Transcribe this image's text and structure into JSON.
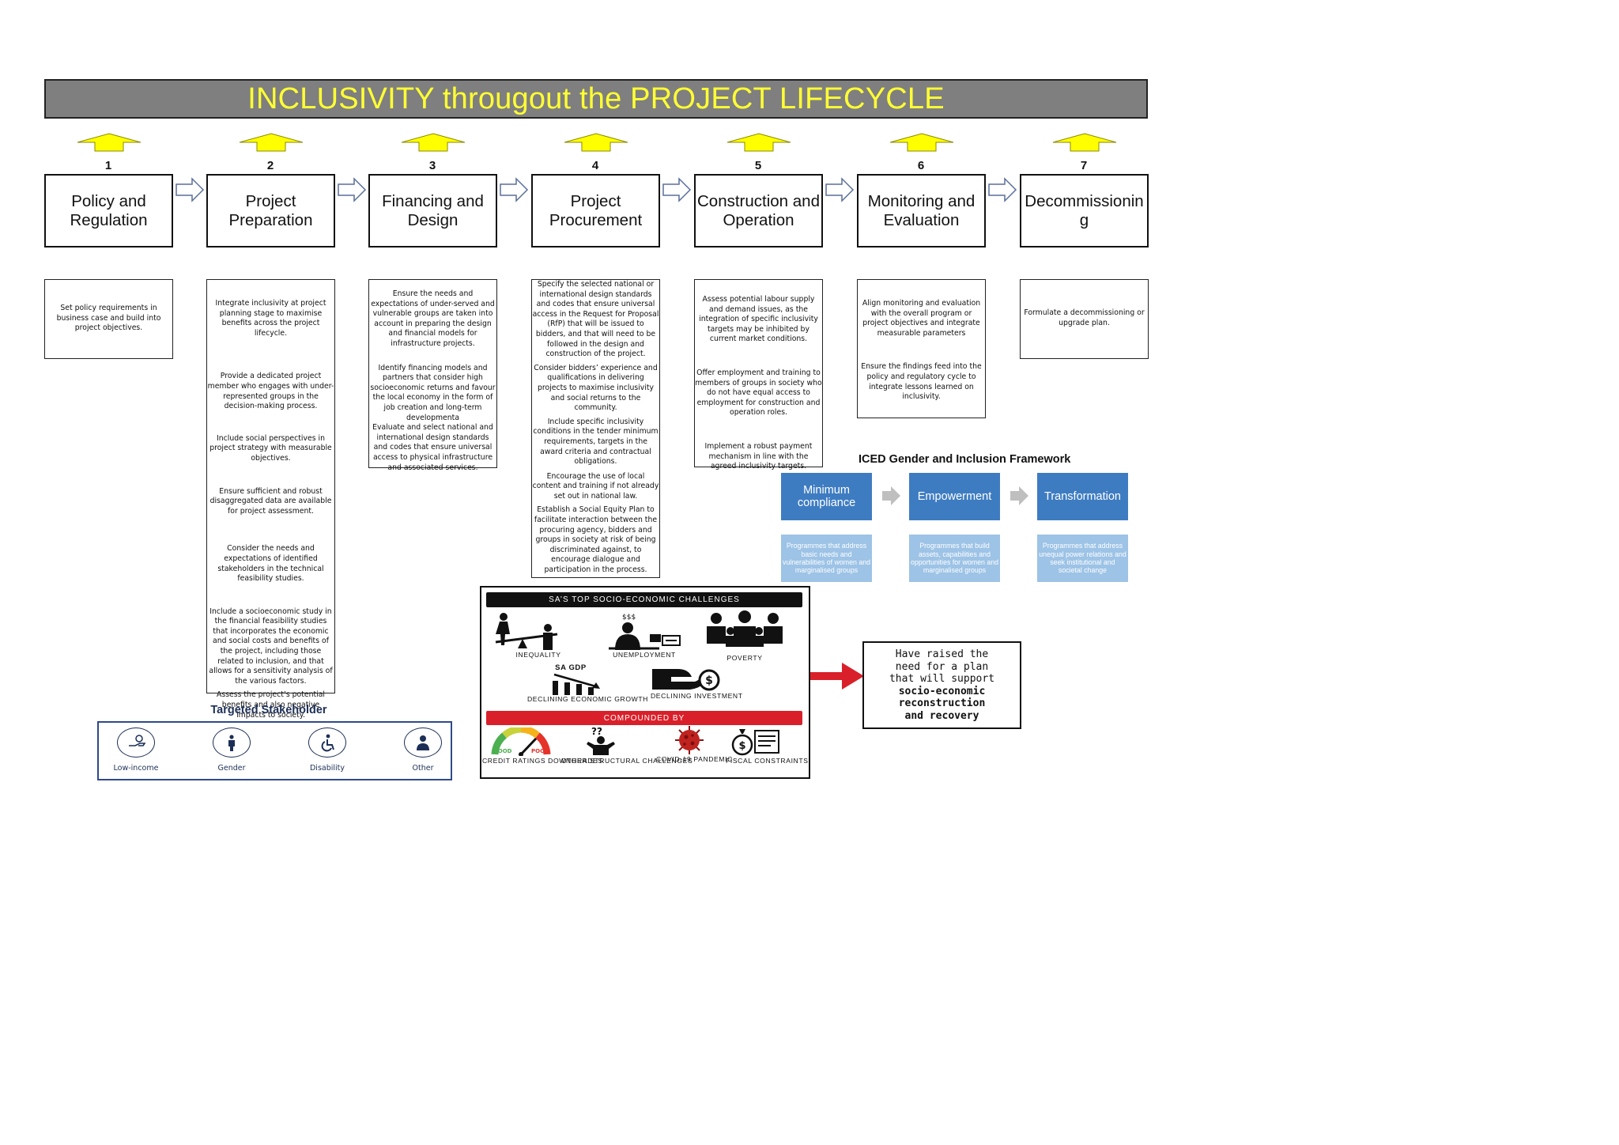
{
  "title": "INCLUSIVITY througout the PROJECT LIFECYCLE",
  "colors": {
    "banner_bg": "#7f7f7f",
    "banner_text": "#ffff33",
    "up_arrow_fill": "#ffff00",
    "iced_dark": "#3e7cc2",
    "iced_light": "#9dc3e6",
    "red_arrow": "#d9202a"
  },
  "stages": [
    {
      "number": "1",
      "name": "Policy and Regulation",
      "paragraphs": [
        "Set policy requirements in business case and build into project objectives."
      ]
    },
    {
      "number": "2",
      "name": "Project Preparation",
      "paragraphs": [
        "Integrate inclusivity at project planning stage to maximise benefits across the project lifecycle.",
        "Provide a dedicated project member who engages with under-represented groups in the decision-making process.",
        "Include social perspectives in project strategy with measurable objectives.",
        "Ensure sufficient and robust disaggregated data are available for project assessment.",
        "Consider the needs and expectations of identified stakeholders in the technical feasibility studies.",
        "Include a socioeconomic study in the financial feasibility studies that incorporates the economic and social costs and benefits of the project, including those related to inclusion, and that allows for a sensitivity analysis of the various factors.",
        "Assess the project’s potential benefits and also negative impacts to society."
      ]
    },
    {
      "number": "3",
      "name": "Financing and Design",
      "paragraphs": [
        "Ensure the needs and expectations of under-served and vulnerable groups are taken into account in preparing the design and financial models for infrastructure projects.",
        "Identify financing models and partners that consider high socioeconomic returns and favour the local economy in the form of job creation and long-term developmenta",
        "Evaluate and select national and international design standards and codes that ensure universal access to physical infrastructure and associated services."
      ]
    },
    {
      "number": "4",
      "name": "Project Procurement",
      "paragraphs": [
        "Specify the selected national or international design standards and codes that ensure universal access in the Request for Proposal (RfP) that will be issued to bidders, and that will need to be followed in the design and construction of the project.",
        "Consider bidders’ experience and qualifications in delivering projects to maximise inclusivity and social returns to the community.",
        "Include specific inclusivity conditions in the tender minimum requirements, targets in the award criteria and contractual obligations.",
        "Encourage the use of local content and training if not already set out in national law.",
        "Establish a Social Equity Plan to facilitate interaction between the procuring agency, bidders and groups in society at risk of being discriminated against, to encourage dialogue and participation in the process."
      ]
    },
    {
      "number": "5",
      "name": "Construction and Operation",
      "paragraphs": [
        "Assess potential labour supply and demand issues, as the integration of specific inclusivity targets may be inhibited by current market conditions.",
        "Offer employment and training to members of groups in society who do not have equal access to employment for construction and operation roles.",
        "Implement a robust payment mechanism in line with the agreed inclusivity targets."
      ]
    },
    {
      "number": "6",
      "name": "Monitoring and Evaluation",
      "paragraphs": [
        "Align monitoring and evaluation with the overall program or project objectives and integrate measurable parameters",
        "Ensure the findings feed into the policy and regulatory cycle to integrate lessons learned on inclusivity."
      ]
    },
    {
      "number": "7",
      "name": "Decommissionin g",
      "paragraphs": [
        "Formulate a decommissioning or upgrade plan."
      ]
    }
  ],
  "iced": {
    "title": "ICED Gender and Inclusion Framework",
    "steps": [
      {
        "label": "Minimum compliance",
        "desc": "Programmes that address basic needs and vulnerabilities of women and marginalised groups"
      },
      {
        "label": "Empowerment",
        "desc": "Programmes that build assets, capabilities and opportunities for women and marginalised groups"
      },
      {
        "label": "Transformation",
        "desc": "Programmes that address unequal power relations and seek institutional and societal change"
      }
    ]
  },
  "stakeholders": {
    "title": "Targeted Stakeholder",
    "items": [
      {
        "label": "Low-income",
        "icon": "hand-money-icon"
      },
      {
        "label": "Gender",
        "icon": "gender-icon"
      },
      {
        "label": "Disability",
        "icon": "wheelchair-icon"
      },
      {
        "label": "Other",
        "icon": "person-icon"
      }
    ]
  },
  "sa_challenges": {
    "header": "SA’S TOP SOCIO-ECONOMIC CHALLENGES",
    "inequality": "INEQUALITY",
    "unemployment": "UNEMPLOYMENT",
    "poverty": "POVERTY",
    "sa_gdp": "SA GDP",
    "declining_growth": "DECLINING ECONOMIC GROWTH",
    "declining_investment": "DECLINING INVESTMENT",
    "compounded_by": "COMPOUNDED BY",
    "credit": "CREDIT RATINGS DOWNGRADES",
    "structural": "OTHER STRUCTURAL CHALLENGES",
    "covid": "COVID-19 PANDEMIC",
    "fiscal": "FISCAL CONSTRAINTS",
    "gauge_good": "GOOD",
    "gauge_poor": "POOR",
    "question_marks": "??"
  },
  "callout": {
    "line1": "Have raised the",
    "line2": "need for a plan",
    "line3": "that will support",
    "line4": "socio-economic",
    "line5": "reconstruction",
    "line6": "and recovery"
  }
}
